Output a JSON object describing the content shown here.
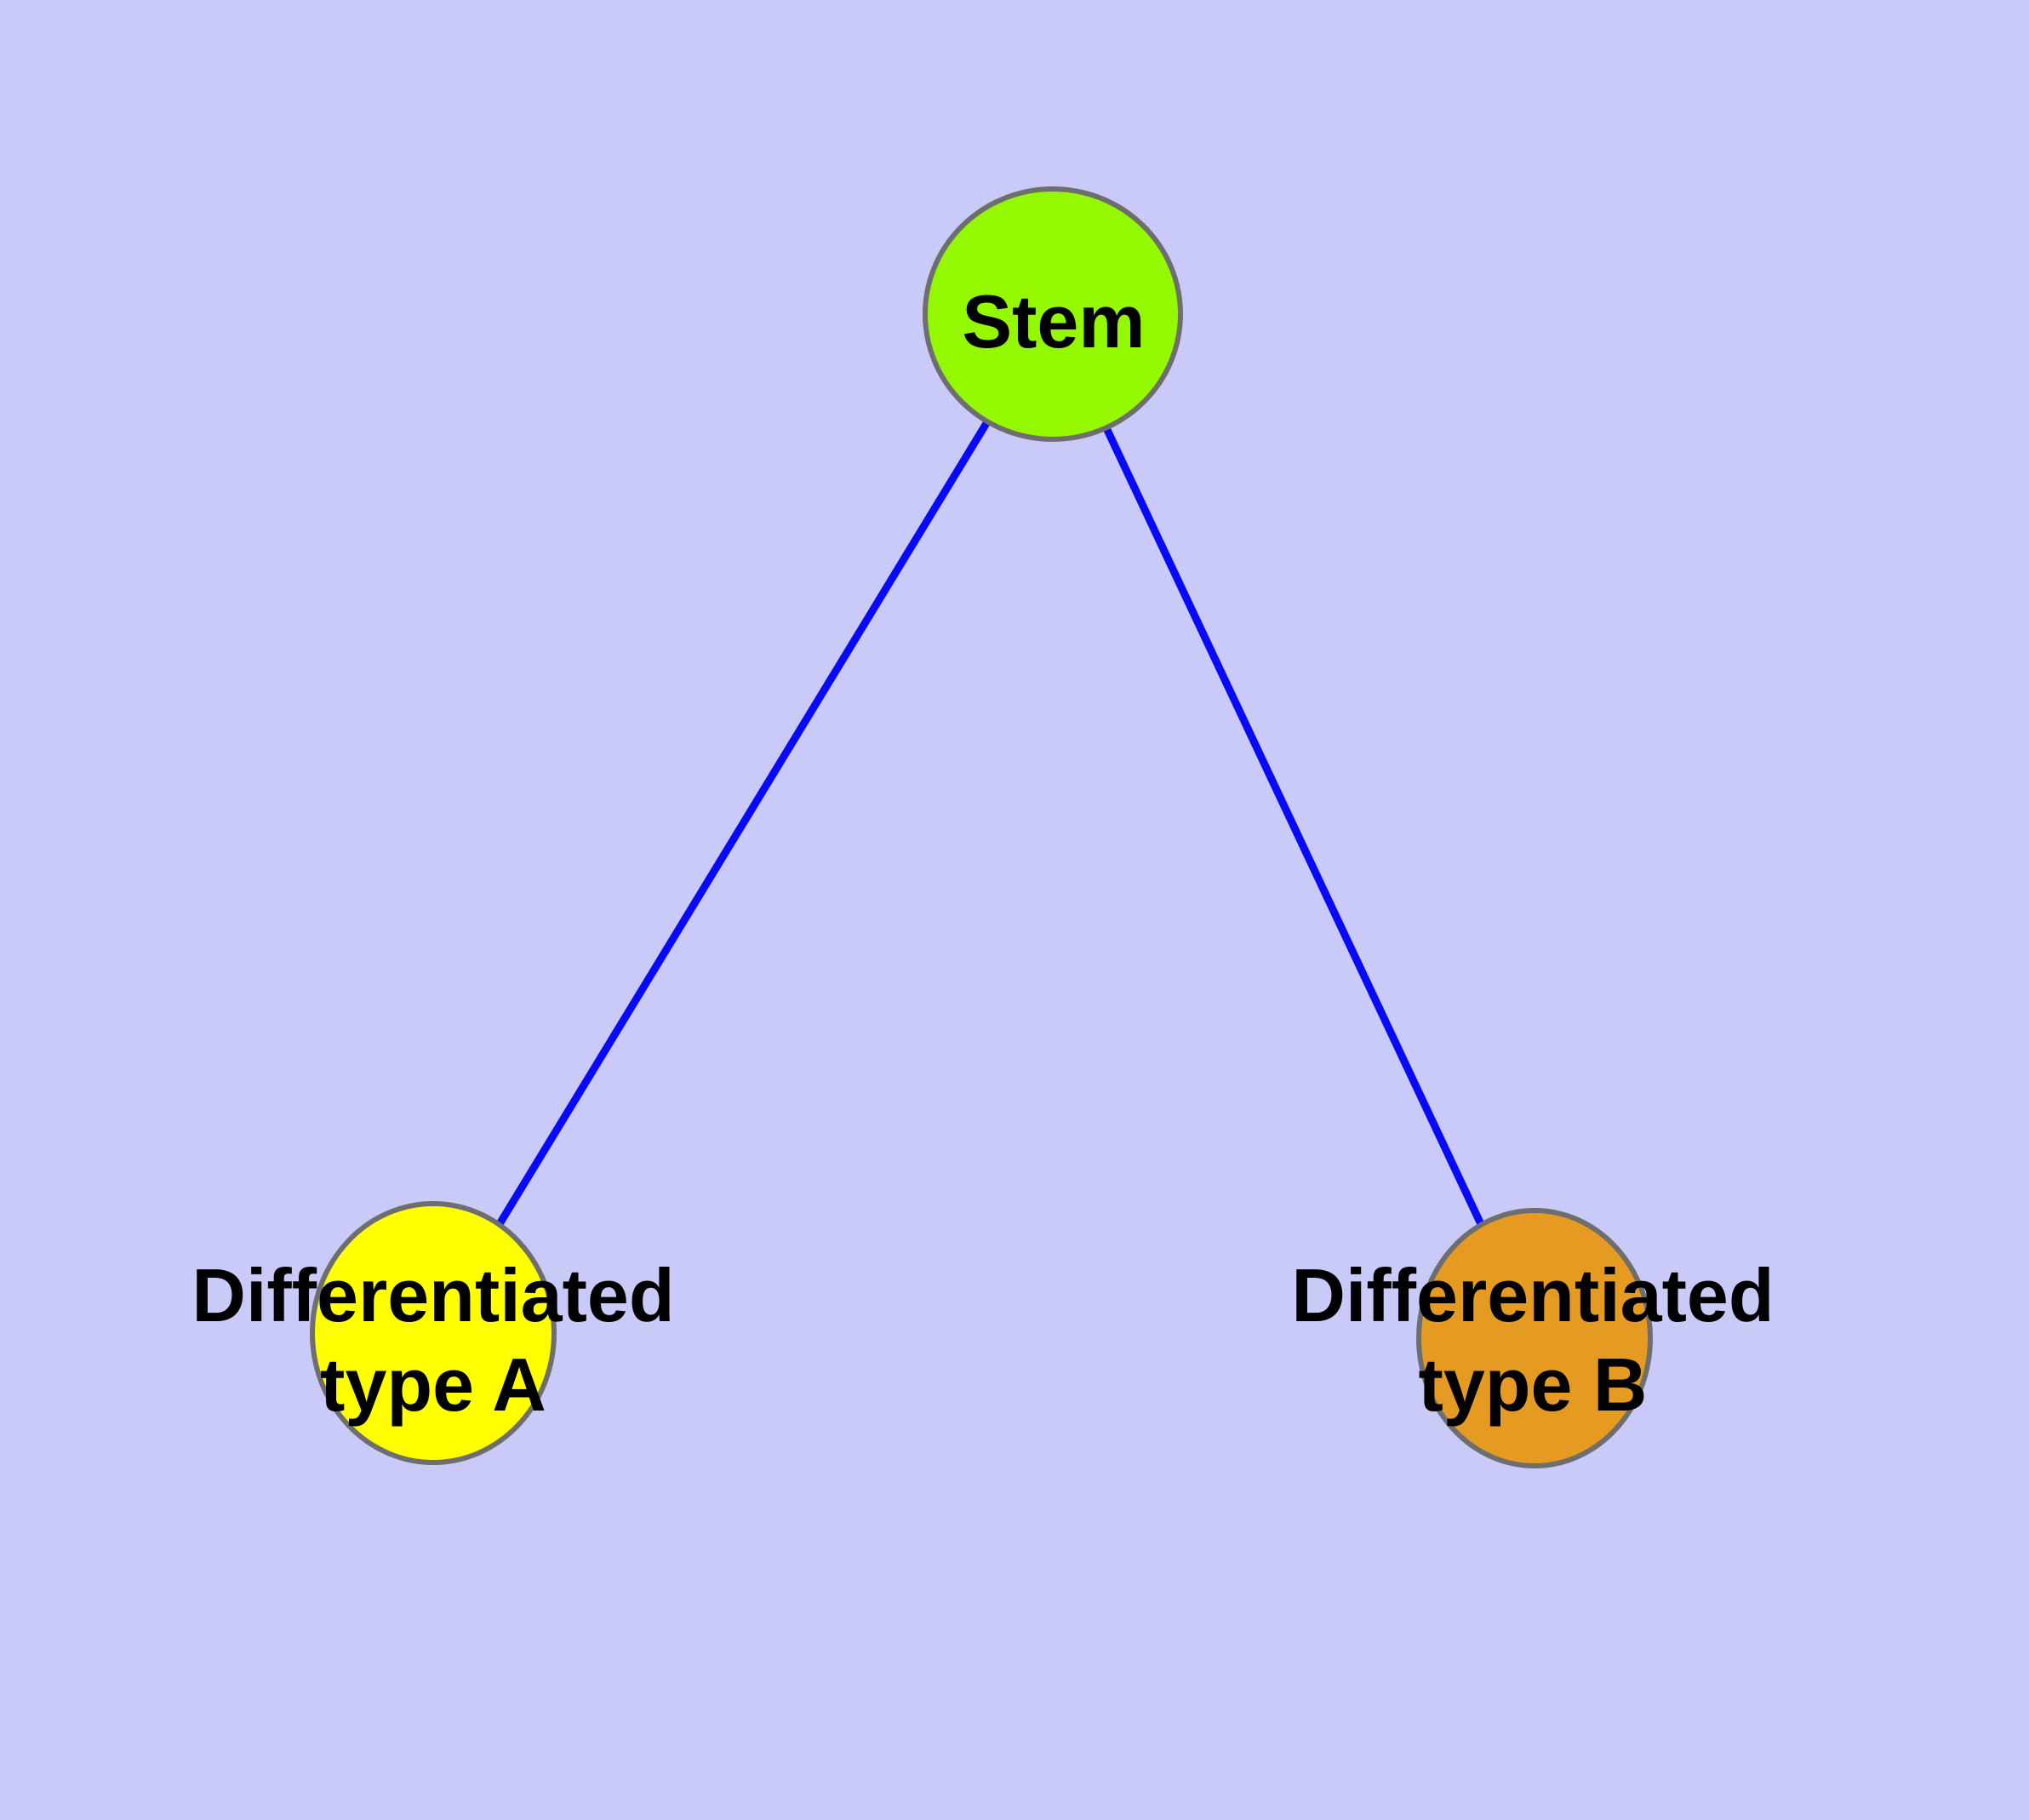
{
  "diagram": {
    "kind": "graph",
    "background_color": "#CACAF8",
    "edge_color": "#0909FA",
    "node_border_color": "#6E6E6E",
    "label_color": "#000000",
    "nodes": [
      {
        "id": "stem",
        "label_lines": [
          "Stem"
        ],
        "fill_color": "#94F900"
      },
      {
        "id": "differentiated-type-a",
        "label_lines": [
          "Differentiated",
          "type A"
        ],
        "fill_color": "#FFFF00"
      },
      {
        "id": "differentiated-type-b",
        "label_lines": [
          "Differentiated",
          "type B"
        ],
        "fill_color": "#E59B22"
      }
    ],
    "edges": [
      {
        "from": "Stem",
        "to": "Differentiated type A"
      },
      {
        "from": "Stem",
        "to": "Differentiated type B"
      }
    ]
  }
}
